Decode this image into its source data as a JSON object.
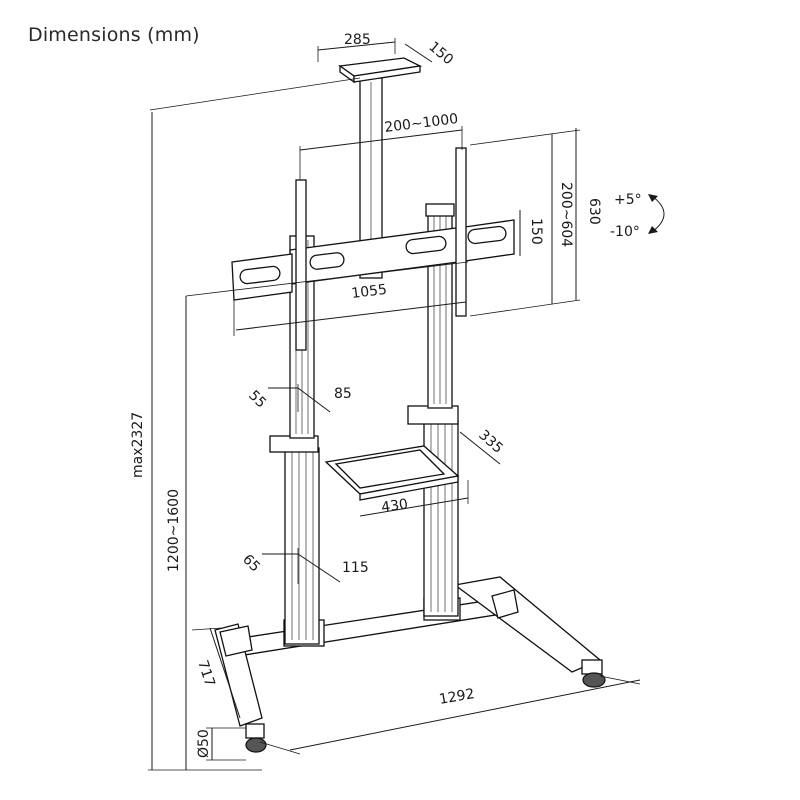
{
  "title": "Dimensions (mm)",
  "dimensions": {
    "top_plate_width": "285",
    "top_plate_depth": "150",
    "vesa_horizontal": "200~1000",
    "vesa_vertical": "200~604",
    "bracket_height": "630",
    "bracket_inner": "150",
    "tilt_up": "+5°",
    "tilt_down": "-10°",
    "bracket_width": "1055",
    "upper_column_depth": "55",
    "upper_column_width": "85",
    "lower_column_depth": "65",
    "lower_column_width": "115",
    "shelf_depth": "335",
    "shelf_width": "430",
    "max_height": "max2327",
    "height_range": "1200~1600",
    "base_depth": "717",
    "base_width": "1292",
    "caster_diameter": "Ø50"
  }
}
